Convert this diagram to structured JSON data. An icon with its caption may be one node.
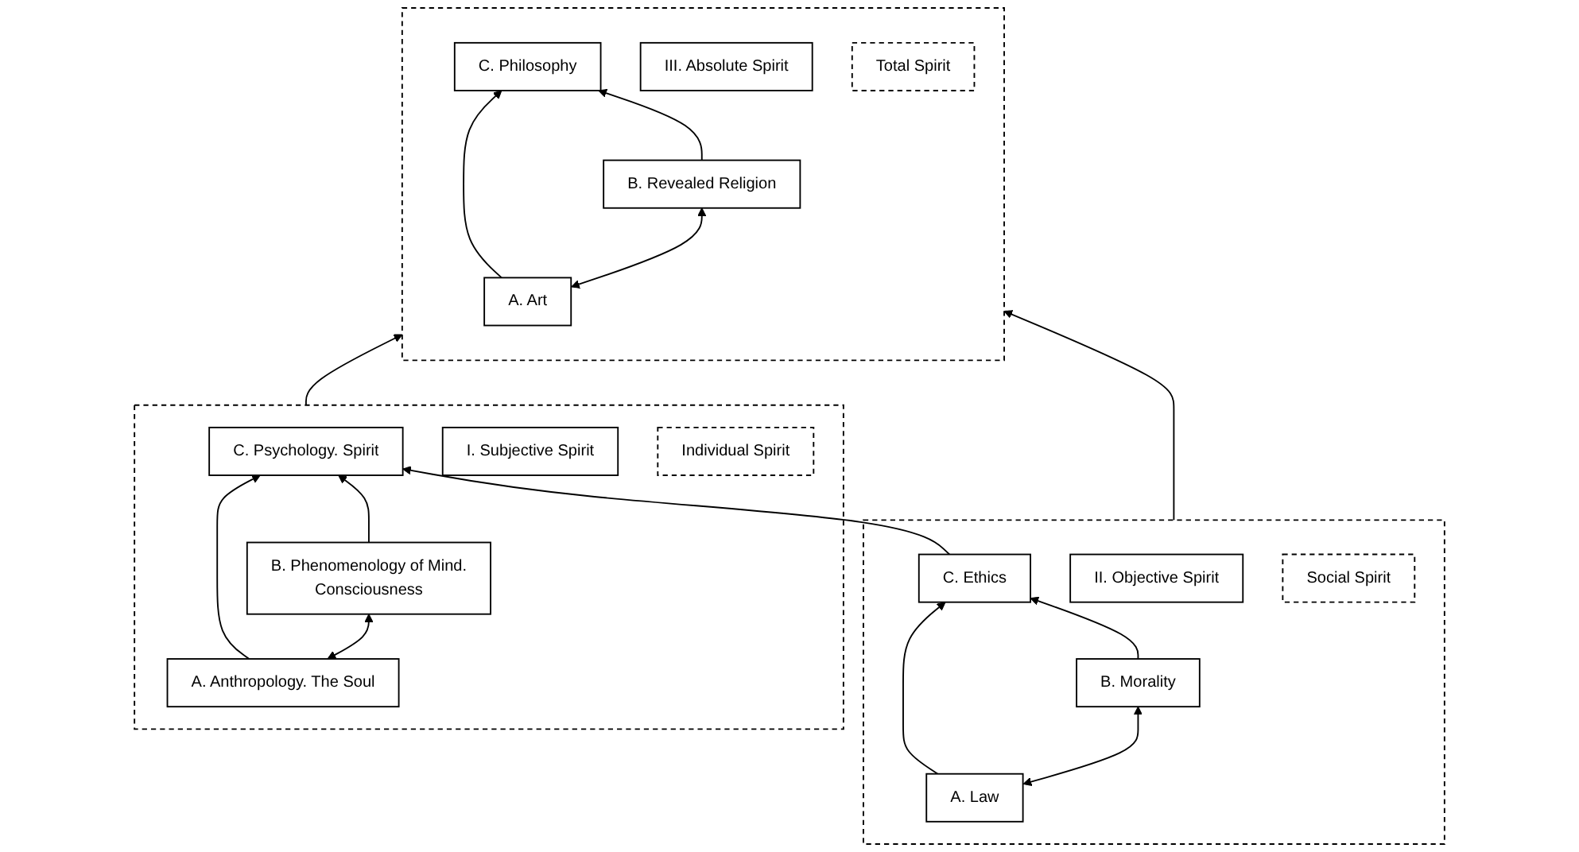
{
  "diagram": {
    "nodes": [
      {
        "text": [],
        "shape": "box"
      },
      {
        "text": [
          "C. Philosophy"
        ],
        "in": 0
      },
      {
        "text": [
          "III. Absolute Spirit"
        ],
        "in": 0
      },
      {
        "text": [
          "Total Spirit"
        ],
        "in": 0
      },
      {
        "text": [
          "A. Art"
        ],
        "in": 0
      },
      {
        "text": [
          "B. Revealed Religion"
        ],
        "in": 0
      },
      {
        "text": [],
        "shape": "box"
      },
      {
        "text": [
          "C. Psychology. Spirit"
        ],
        "in": 6
      },
      {
        "text": [
          "I. Subjective Spirit"
        ],
        "in": 6
      },
      {
        "text": [
          "Individual Spirit"
        ],
        "in": 6
      },
      {
        "text": [
          "A. Anthropology. The Soul"
        ],
        "in": 6
      },
      {
        "text": [
          "B. Phenomenology of Mind.",
          "Consciousness"
        ],
        "in": 6
      },
      {
        "text": [],
        "shape": "box"
      },
      {
        "text": [
          "C. Ethics"
        ],
        "in": 12
      },
      {
        "text": [
          "II. Objective Spirit"
        ],
        "in": 12
      },
      {
        "text": [
          "Social Spirit"
        ],
        "in": 12
      },
      {
        "text": [
          "A. Law"
        ],
        "in": 12
      },
      {
        "text": [
          "B. Morality"
        ],
        "in": 12
      }
    ],
    "edges": [
      {
        "from": 4,
        "to": 1,
        "arrow": "to"
      },
      {
        "from": 5,
        "to": 1,
        "arrow": "to"
      },
      {
        "from": 4,
        "to": 5,
        "arrow": "both"
      },
      {
        "from": 6,
        "to": 0,
        "arrow": "to"
      },
      {
        "from": 12,
        "to": 0,
        "arrow": "to"
      },
      {
        "from": 10,
        "to": 7,
        "arrow": "to"
      },
      {
        "from": 11,
        "to": 7,
        "arrow": "to"
      },
      {
        "from": 10,
        "to": 11,
        "arrow": "both"
      },
      {
        "from": 13,
        "to": 7,
        "arrow": "to"
      },
      {
        "from": 16,
        "to": 13,
        "arrow": "to"
      },
      {
        "from": 17,
        "to": 13,
        "arrow": "to"
      },
      {
        "from": 16,
        "to": 17,
        "arrow": "both"
      }
    ]
  }
}
